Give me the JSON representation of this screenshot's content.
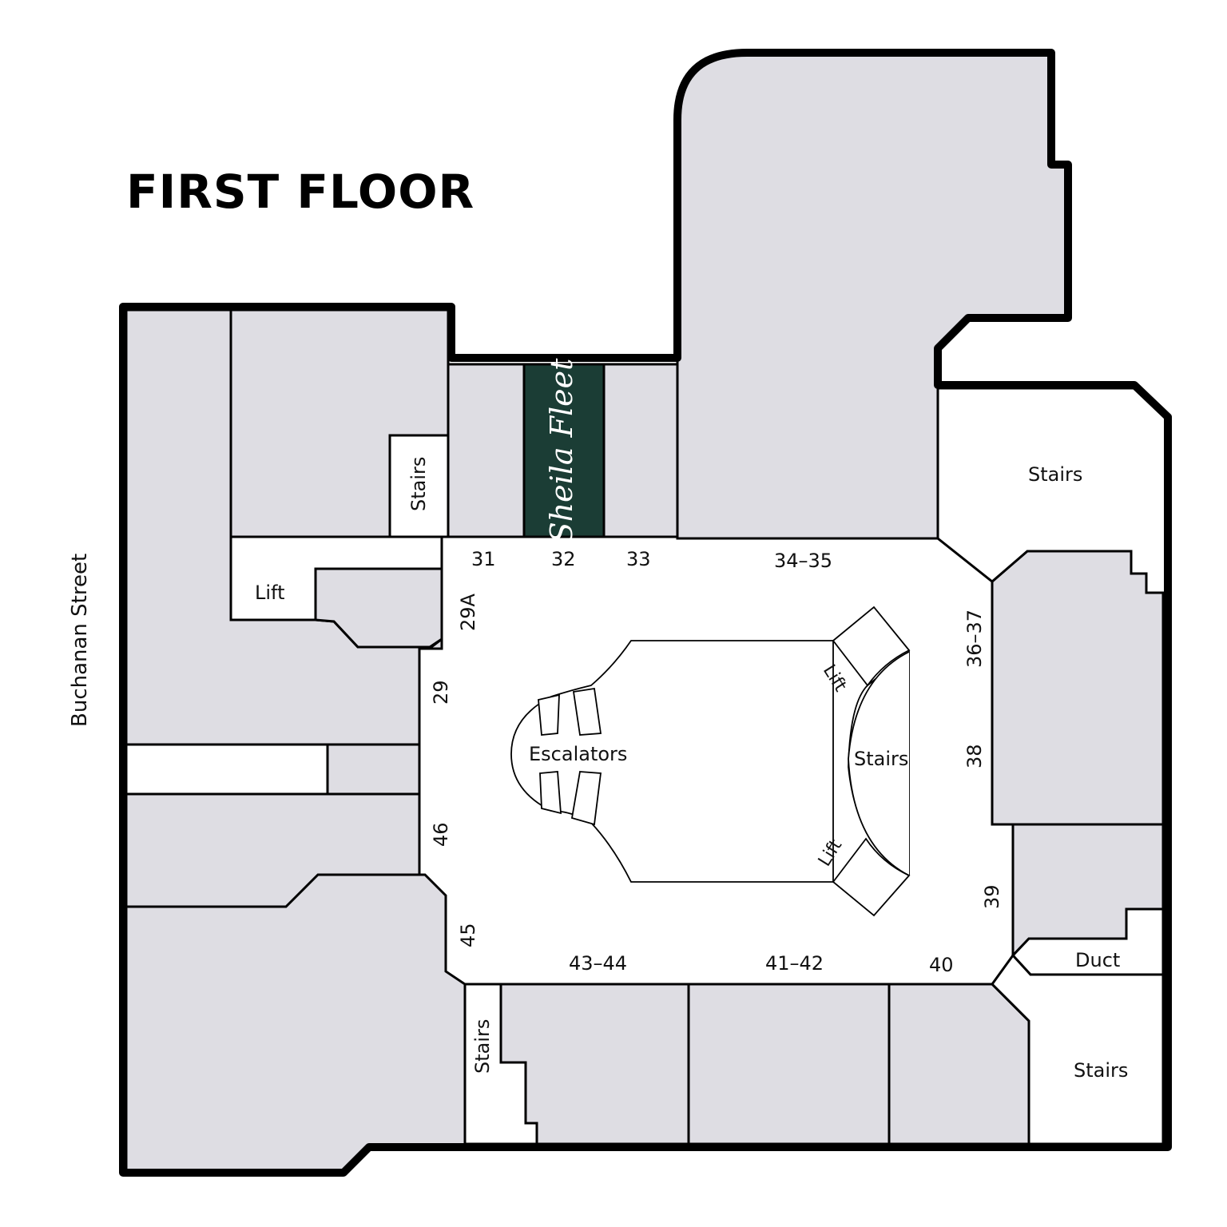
{
  "title": "FIRST FLOOR",
  "street": "Buchanan Street",
  "brand": {
    "name": "Sheila Fleet",
    "color": "#1b3d35"
  },
  "colors": {
    "unit_fill": "#dedde3",
    "outline": "#000000",
    "open_area": "#ffffff"
  },
  "features": {
    "escalators": "Escalators",
    "stairs": "Stairs",
    "lift": "Lift",
    "duct": "Duct"
  },
  "units": {
    "u29A": "29A",
    "u29": "29",
    "u31": "31",
    "u32": "32",
    "u33": "33",
    "u34_35": "34–35",
    "u36_37": "36–37",
    "u38": "38",
    "u39": "39",
    "u40": "40",
    "u41_42": "41–42",
    "u43_44": "43–44",
    "u45": "45",
    "u46": "46"
  }
}
